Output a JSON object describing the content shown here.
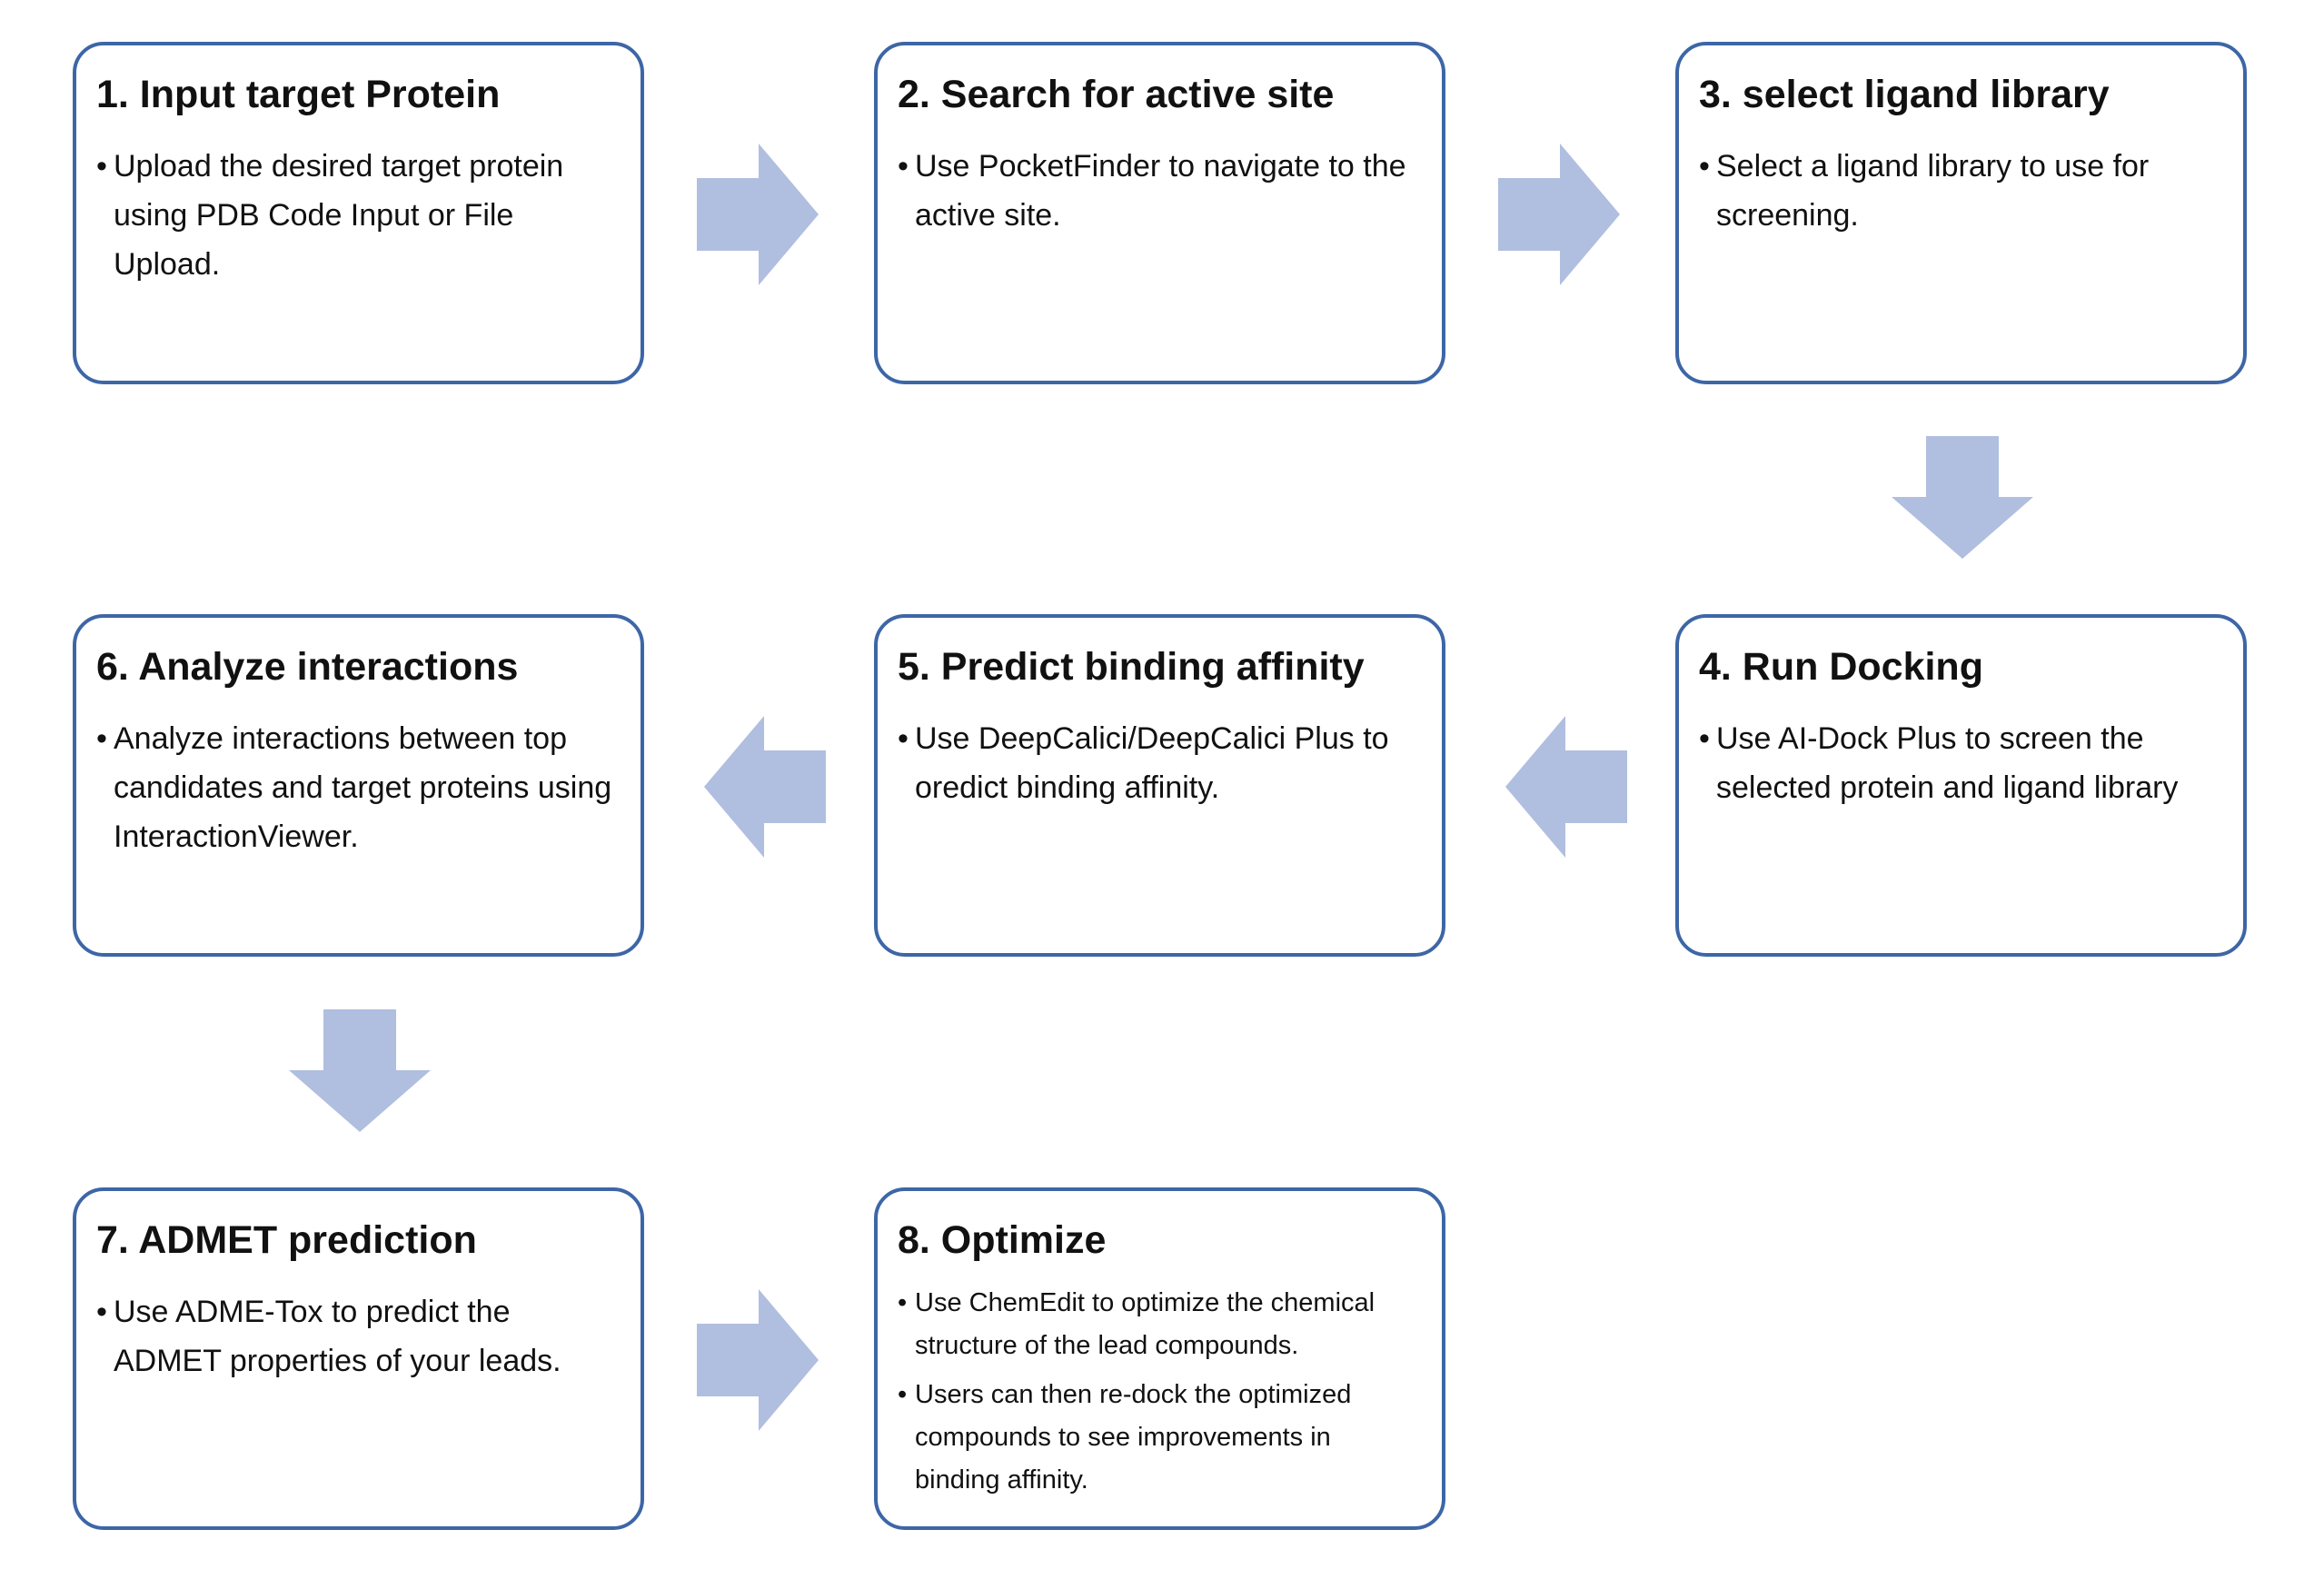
{
  "steps": [
    {
      "title": "1. Input target Protein",
      "bullets": [
        "Upload the desired target protein using PDB Code Input or File Upload."
      ]
    },
    {
      "title": "2. Search for active site",
      "bullets": [
        "Use PocketFinder to navigate to the active site."
      ]
    },
    {
      "title": "3. select ligand library",
      "bullets": [
        "Select a ligand library to use for screening."
      ]
    },
    {
      "title": "4. Run Docking",
      "bullets": [
        "Use AI-Dock Plus to screen the selected protein and ligand library"
      ]
    },
    {
      "title": "5. Predict binding affinity",
      "bullets": [
        "Use DeepCalici/DeepCalici Plus to oredict binding affinity."
      ]
    },
    {
      "title": "6. Analyze interactions",
      "bullets": [
        "Analyze interactions between top candidates and target proteins using InteractionViewer."
      ]
    },
    {
      "title": "7. ADMET prediction",
      "bullets": [
        "Use ADME-Tox to predict the ADMET properties of your leads."
      ]
    },
    {
      "title": "8. Optimize",
      "bullets": [
        "Use ChemEdit to optimize the chemical structure of the lead compounds.",
        "Users can then re-dock the optimized compounds to see improvements in binding affinity."
      ]
    }
  ],
  "colors": {
    "box_border": "#3d66a6",
    "arrow_fill": "#b0bedf",
    "text": "#111111"
  },
  "arrows": [
    "right",
    "right",
    "down",
    "left",
    "left",
    "down",
    "right"
  ]
}
